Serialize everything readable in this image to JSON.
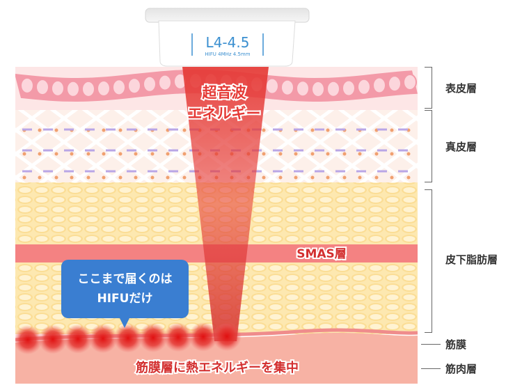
{
  "device": {
    "model": "L4-4.5",
    "spec": "HIFU 4MHz 4.5mm"
  },
  "beam_label": {
    "line1": "超音波",
    "line2": "エネルギー"
  },
  "smas_label": "SMAS層",
  "callout": {
    "line1": "ここまで届くのは",
    "line2": "HIFUだけ"
  },
  "bottom_caption": "筋膜層に熱エネルギーを集中",
  "layers": {
    "epidermis": "表皮層",
    "dermis": "真皮層",
    "subcutaneous": "皮下脂肪層",
    "fascia": "筋膜",
    "muscle": "筋肉層"
  },
  "colors": {
    "epidermis": "#f6b8c0",
    "dermis": "#fbe9e2",
    "fat": "#fbe3a8",
    "smas": "#f48282",
    "muscle": "#f6a8a0",
    "beam": "#e53935",
    "callout": "#3a7ed1",
    "label_red": "#e53935"
  }
}
